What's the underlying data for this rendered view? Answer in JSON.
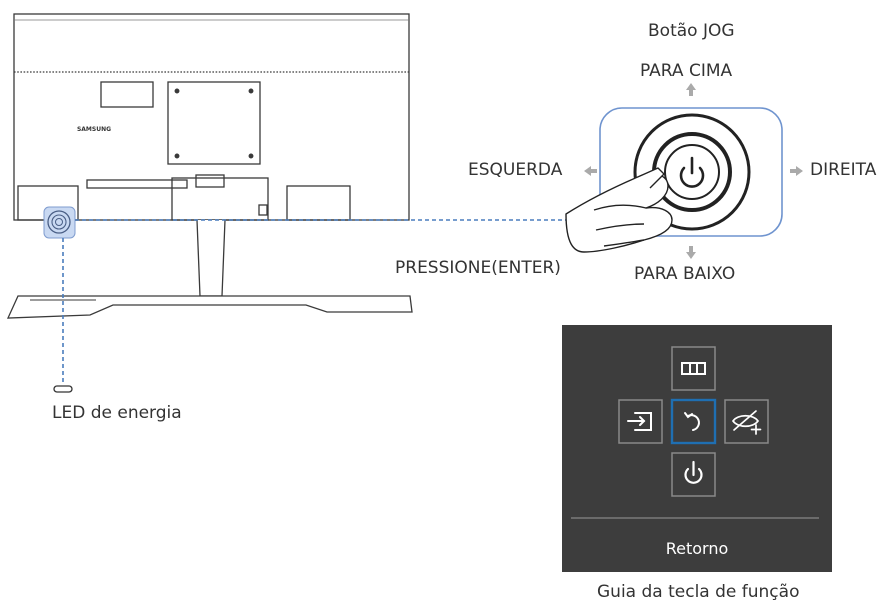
{
  "jog": {
    "title": "Botão JOG",
    "up": "PARA CIMA",
    "down": "PARA BAIXO",
    "left": "ESQUERDA",
    "right": "DIREITA",
    "press": "PRESSIONE(ENTER)"
  },
  "monitor": {
    "brand": "SAMSUNG",
    "power_led_label": "LED de energia"
  },
  "function_guide": {
    "selected_label": "Retorno",
    "caption": "Guia da tecla de função",
    "icons": [
      "menu-icon",
      "input-source-icon",
      "return-icon",
      "eye-saver-icon",
      "power-icon"
    ]
  },
  "colors": {
    "accent": "#4a7dbd",
    "panel_bg": "#3d3d3d",
    "focus": "#1f6fb2",
    "led_highlight": "#c9d9f2"
  }
}
